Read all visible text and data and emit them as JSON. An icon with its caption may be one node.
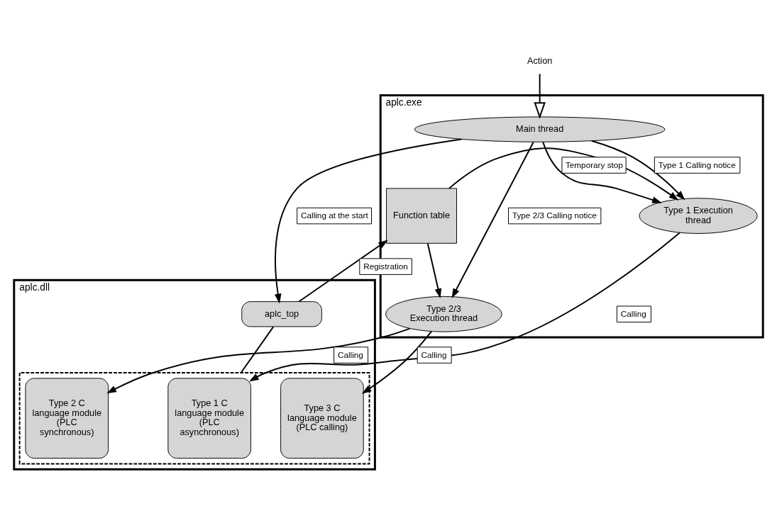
{
  "diagram": {
    "nodes": [
      {
        "text": [
          "aplc.exe"
        ]
      },
      {
        "text": [
          "Main thread"
        ],
        "in": 0
      },
      {
        "text": [
          "Type 1 Execution thread"
        ],
        "in": 0
      },
      {
        "text": [
          "Type 2/3 Execution thread"
        ],
        "in": 0
      },
      {
        "text": [
          "Function table"
        ],
        "in": 0
      },
      {
        "text": [
          "aplc.dll"
        ]
      },
      {
        "text": [
          "aplc_top"
        ],
        "in": 5
      },
      {
        "text": [],
        "shape": "box",
        "in": 5
      },
      {
        "text": [
          "Type 1 C language module (PLC asynchronous)"
        ],
        "in": 7
      },
      {
        "text": [
          "Type 2 C language module (PLC synchronous)"
        ],
        "in": 7
      },
      {
        "text": [
          "Type 3 C language module (PLC calling)"
        ],
        "in": 7
      },
      {
        "text": [
          "Action"
        ]
      }
    ],
    "edges": [
      {
        "from": 11,
        "to": 1,
        "arrow": "to"
      },
      {
        "from": 1,
        "to": 2,
        "label": "Type 1 Calling notice",
        "arrow": "to"
      },
      {
        "from": 1,
        "to": 2,
        "label": "Temporary stop",
        "arrow": "to"
      },
      {
        "from": 1,
        "to": 3,
        "label": "Type 2/3 Calling notice",
        "arrow": "to"
      },
      {
        "from": 4,
        "to": 2,
        "arrow": "to"
      },
      {
        "from": 4,
        "to": 3,
        "arrow": "to"
      },
      {
        "from": 1,
        "to": 6,
        "label": "Calling at the start",
        "arrow": "to"
      },
      {
        "from": 6,
        "to": 4,
        "label": "Registration",
        "arrow": "to"
      },
      {
        "from": 2,
        "to": 8,
        "label": "Calling",
        "arrow": "to"
      },
      {
        "from": 3,
        "to": 9,
        "label": "Calling",
        "arrow": "to"
      },
      {
        "from": 3,
        "to": 10,
        "label": "Calling",
        "arrow": "to"
      },
      {
        "from": 6,
        "to": 7,
        "arrow": "none"
      }
    ]
  }
}
